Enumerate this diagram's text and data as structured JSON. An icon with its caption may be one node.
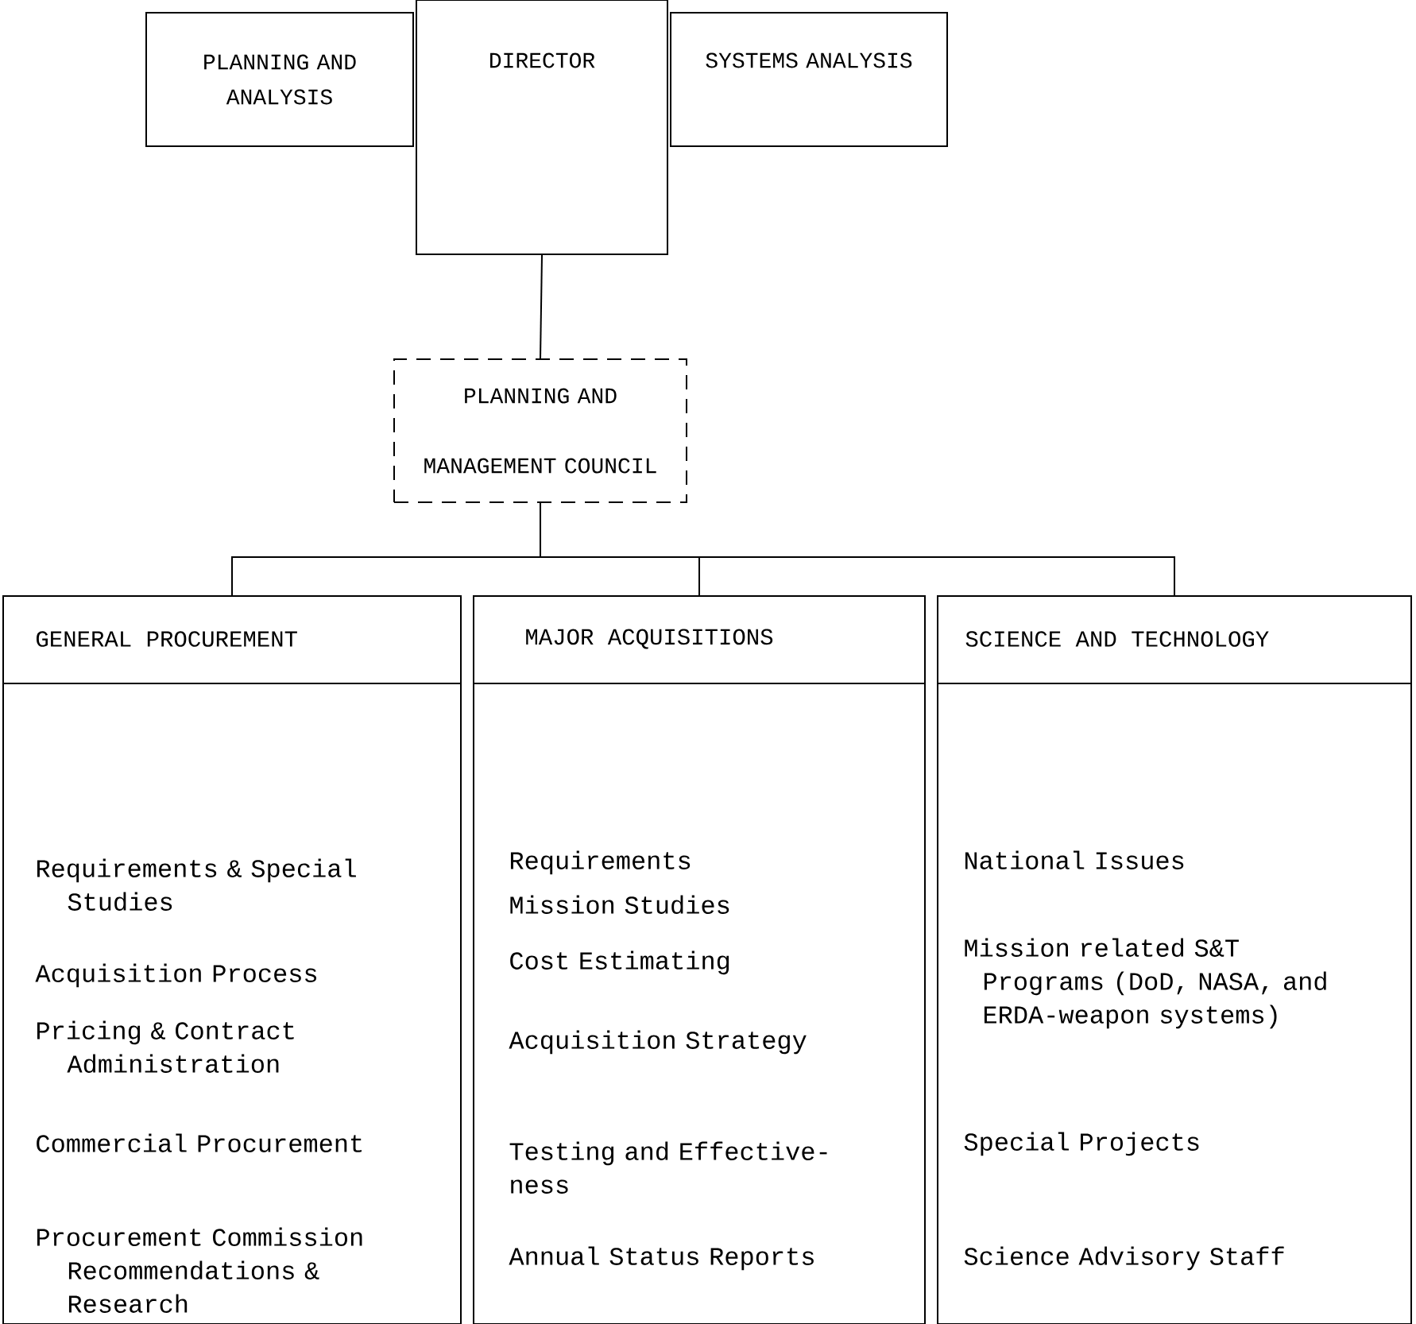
{
  "diagram": {
    "nodes": [
      {
        "text": [
          "PLANNING AND ANALYSIS"
        ]
      },
      {
        "text": [
          "DIRECTOR"
        ]
      },
      {
        "text": [
          "SYSTEMS ANALYSIS"
        ]
      },
      {
        "text": [
          "PLANNING AND MANAGEMENT COUNCIL"
        ]
      },
      {
        "text": [
          "GENERAL PROCUREMENT",
          "Requirements & Special Studies",
          "Acquisition Process",
          "Pricing & Contract Administration",
          "Commercial Procurement",
          "Procurement Commission Recommendations & Research"
        ]
      },
      {
        "text": [
          "MAJOR ACQUISITIONS",
          "Requirements",
          "Mission Studies",
          "Cost Estimating",
          "Acquisition Strategy",
          "Testing and Effective- ness",
          "Annual Status Reports"
        ]
      },
      {
        "text": [
          "SCIENCE AND TECHNOLOGY",
          "National Issues",
          "Mission related S&T Programs (DoD, NASA, and ERDA-weapon systems)",
          "Special Projects",
          "Science Advisory Staff"
        ]
      }
    ],
    "edges": [
      {
        "from": 1,
        "to": 3,
        "arrow": "none"
      },
      {
        "from": 3,
        "to": 4,
        "arrow": "none"
      },
      {
        "from": 3,
        "to": 5,
        "arrow": "none"
      },
      {
        "from": 3,
        "to": 6,
        "arrow": "none"
      }
    ]
  }
}
